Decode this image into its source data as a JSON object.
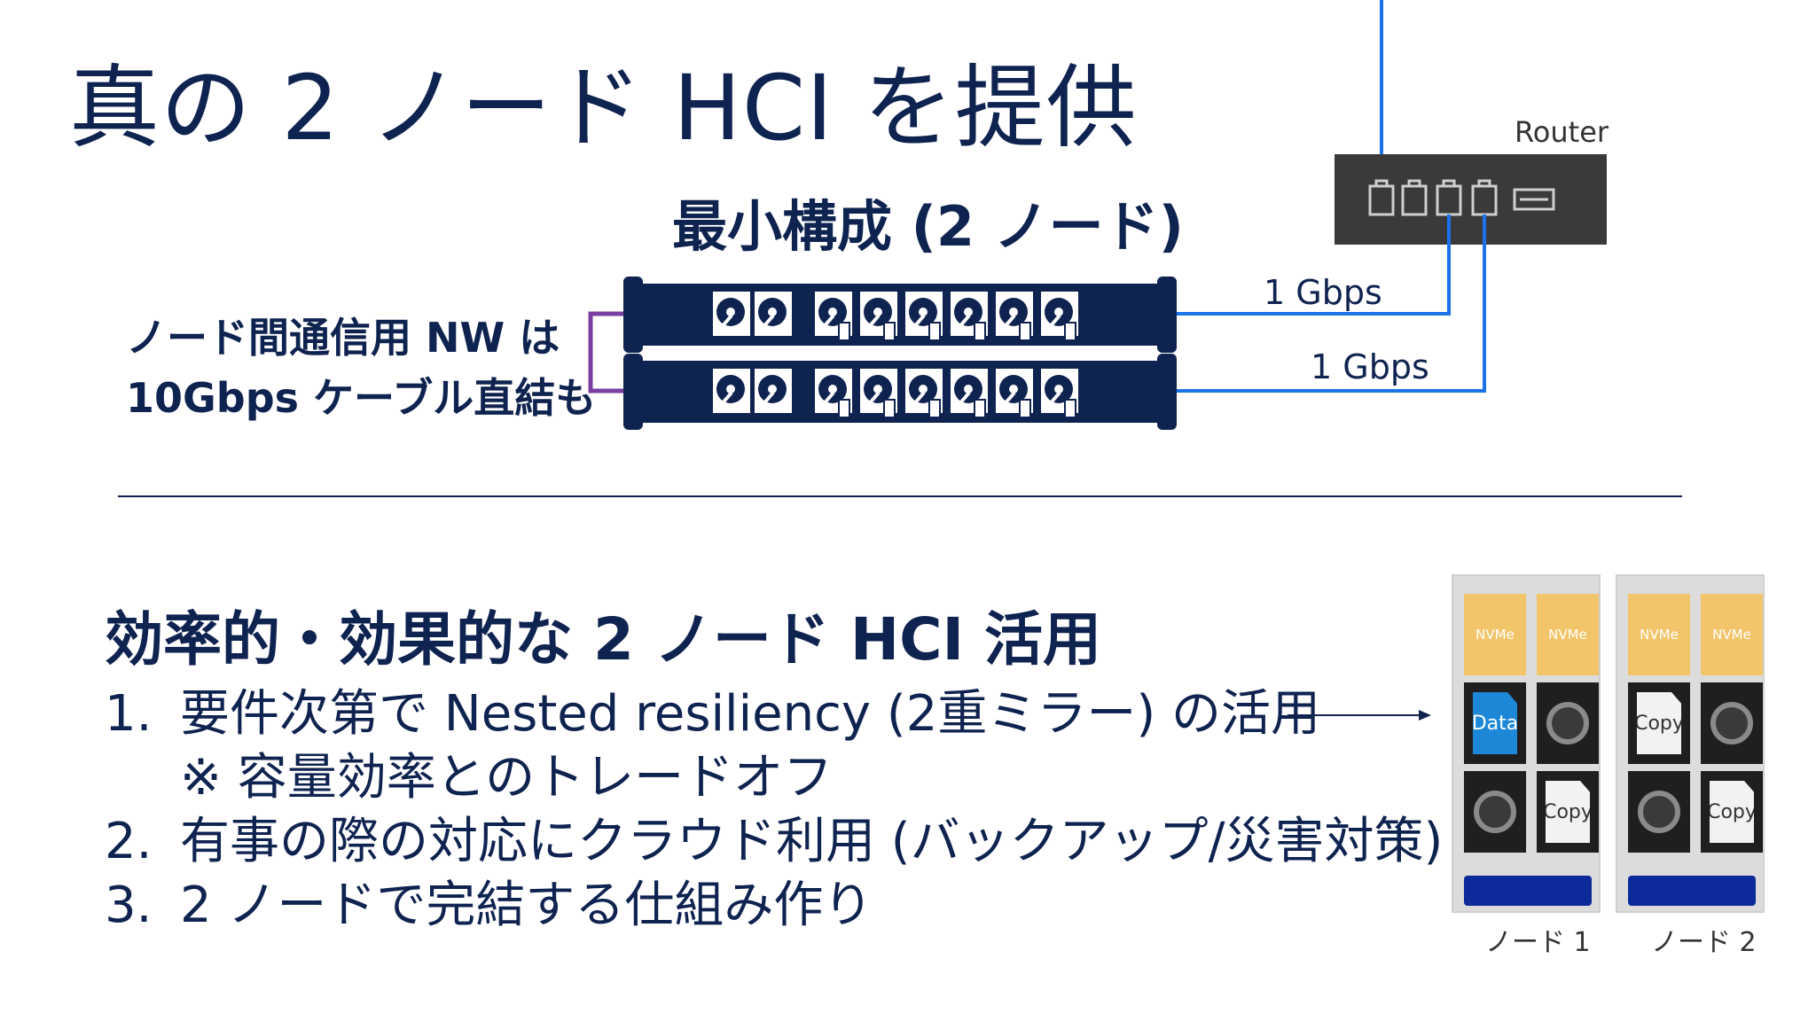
{
  "title": "真の 2 ノード HCI を提供",
  "diagram": {
    "subtitle": "最小構成 (2 ノード)",
    "note_line1": "ノード間通信用 NW は",
    "note_line2": "10Gbps ケーブル直結も",
    "router_label": "Router",
    "link1_label": "1 Gbps",
    "link2_label": "1 Gbps",
    "colors": {
      "navy": "#0f2350",
      "link_blue": "#1a73e8",
      "direct_link_purple": "#7a3fa0",
      "router_gray": "#3a3a3a"
    }
  },
  "section2": {
    "heading": "効率的・効果的な 2 ノード HCI 活用",
    "items": [
      {
        "num": "1.",
        "text": "要件次第で Nested resiliency (2重ミラー) の活用"
      },
      {
        "num": "",
        "text": "※ 容量効率とのトレードオフ"
      },
      {
        "num": "2.",
        "text": "有事の際の対応にクラウド利用 (バックアップ/災害対策)"
      },
      {
        "num": "3.",
        "text": "2 ノードで完結する仕組み作り"
      }
    ]
  },
  "storage": {
    "nodes": [
      {
        "label": "ノード 1",
        "nvme": [
          "NVMe",
          "NVMe"
        ],
        "tiles": [
          "Data",
          "",
          "",
          "Copy"
        ]
      },
      {
        "label": "ノード 2",
        "nvme": [
          "NVMe",
          "NVMe"
        ],
        "tiles": [
          "Copy",
          "",
          "",
          "Copy"
        ]
      }
    ],
    "colors": {
      "nvme": "#f3c56a",
      "data": "#1e88d8",
      "copy": "#f2f2f2",
      "disk": "#2f2f2f",
      "base": "#0d2a9a"
    }
  }
}
